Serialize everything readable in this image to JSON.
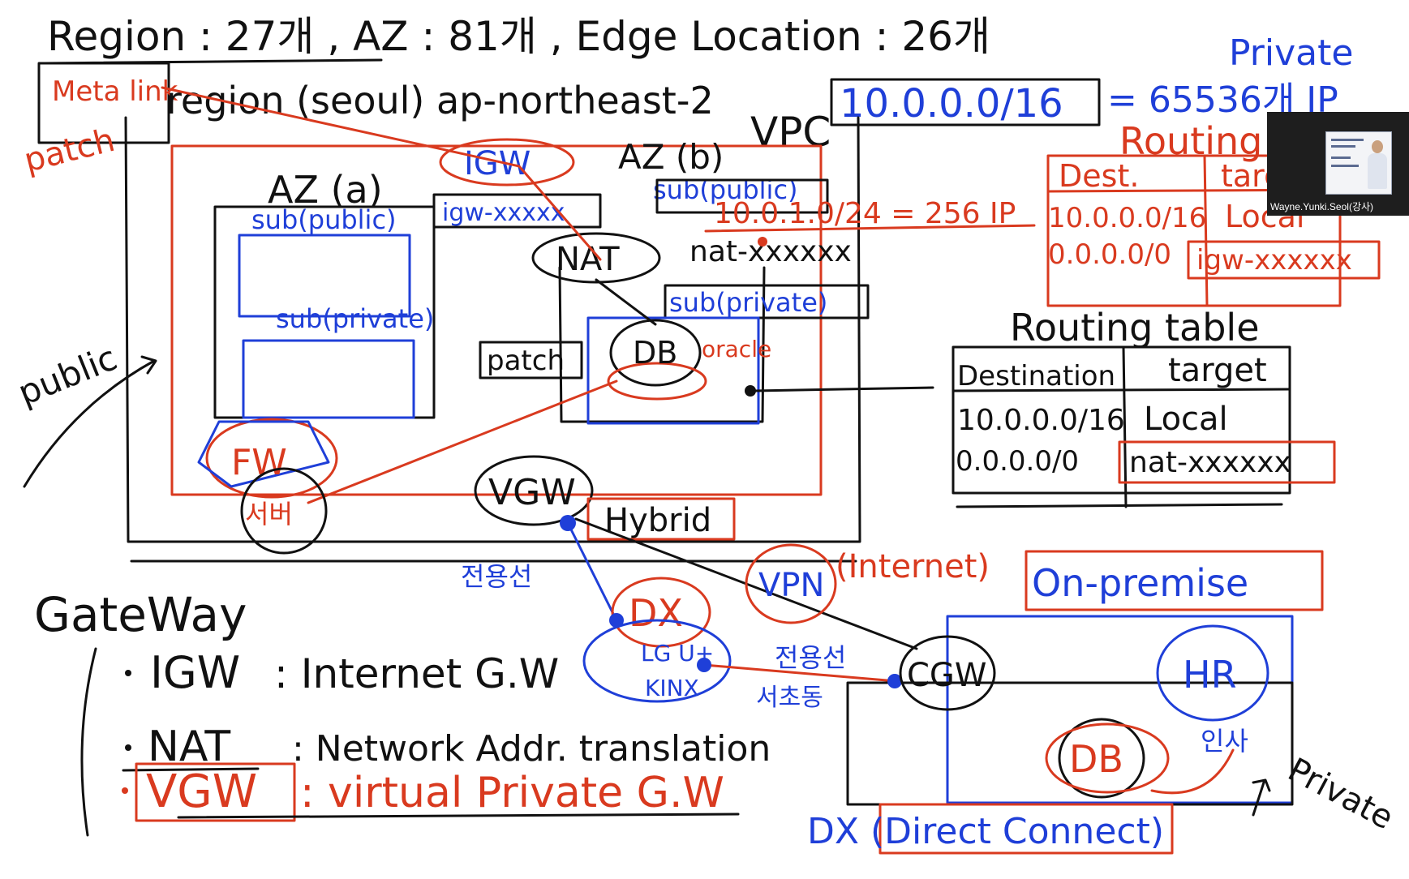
{
  "whiteboard": {
    "header": "Region : 27개 , AZ : 81개 , Edge Location : 26개",
    "region_label": "region (seoul) ap-northeast-2",
    "meta_link": "Meta link",
    "patch_left": "patch",
    "vpc_label": "VPC",
    "vpc_cidr": "10.0.0.0/16",
    "vpc_ip_count": "= 65536개 IP",
    "private_top": "Private",
    "az_a": "AZ (a)",
    "az_b": "AZ (b)",
    "igw": "IGW",
    "igw_id": "igw-xxxxx",
    "sub_public_a": "sub(public)",
    "sub_private_a": "sub(private)",
    "sub_public_b": "sub(public)",
    "subnet_cidr": "10.0.1.0/24 = 256 IP",
    "nat": "NAT",
    "nat_id": "nat-xxxxxx",
    "sub_private_b": "sub(private)",
    "patch_mid": "patch",
    "db": "DB",
    "oracle": "oracle",
    "public_side": "public",
    "fw": "FW",
    "security": "서버",
    "vgw": "VGW",
    "hybrid": "Hybrid",
    "dedicated": "전용선",
    "dx": "DX",
    "vpn": "VPN",
    "internet": "(Internet)",
    "on_premise": "On-premise",
    "lg_uplus": "LG U+",
    "kinx": "KINX",
    "dedicated2": "전용선",
    "seoul_dc": "서초동",
    "cgw": "CGW",
    "hr": "HR",
    "db2": "DB",
    "insa": "인사",
    "private_bottom": "Private",
    "dx_direct": "DX (Direct Connect)",
    "gateway_title": "GateWay",
    "gateway_list": [
      {
        "abbr": "IGW",
        "desc": ": Internet G.W"
      },
      {
        "abbr": "NAT",
        "desc": ": Network Addr. translation"
      },
      {
        "abbr": "VGW",
        "desc": ": virtual Private G.W"
      }
    ],
    "routing_public": {
      "title": "Routing",
      "headers": [
        "Dest.",
        "target"
      ],
      "rows": [
        [
          "10.0.0.0/16",
          "Local"
        ],
        [
          "0.0.0.0/0",
          "igw-xxxxxx"
        ]
      ]
    },
    "routing_private": {
      "title": "Routing table",
      "headers": [
        "Destination",
        "target"
      ],
      "rows": [
        [
          "10.0.0.0/16",
          "Local"
        ],
        [
          "0.0.0.0/0",
          "nat-xxxxxx"
        ]
      ]
    }
  },
  "video_tile": {
    "name": "Wayne.Yunki.Seol(강사)"
  },
  "colors": {
    "black_ink": "#111111",
    "red_ink": "#d93a1f",
    "blue_ink": "#1f3fd8",
    "background": "#ffffff",
    "video_bg": "#1e1e1e"
  }
}
